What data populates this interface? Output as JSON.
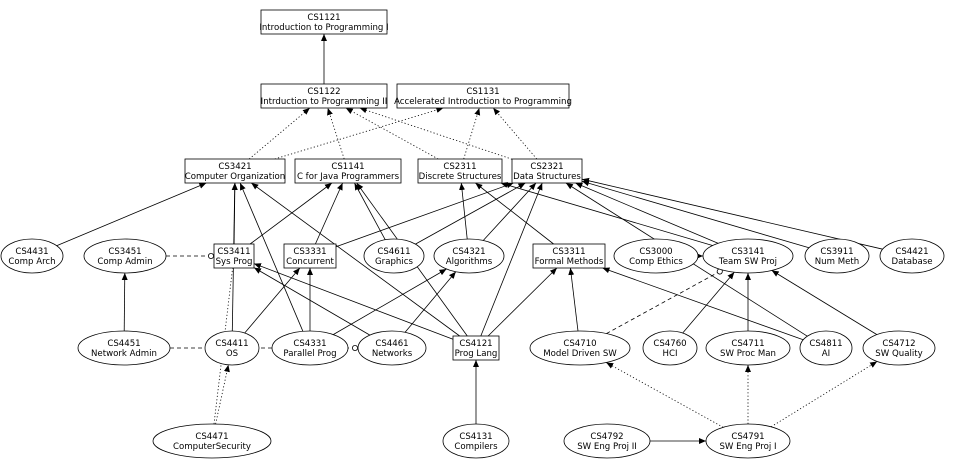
{
  "nodes": [
    {
      "id": "CS1121",
      "label": "Introduction to Programming I",
      "shape": "box"
    },
    {
      "id": "CS1122",
      "label": "Intrduction to Programming II",
      "shape": "box"
    },
    {
      "id": "CS1131",
      "label": "Accelerated Introduction to Programming",
      "shape": "box"
    },
    {
      "id": "CS3421",
      "label": "Computer Organization",
      "shape": "box"
    },
    {
      "id": "CS1141",
      "label": "C for Java Programmers",
      "shape": "box"
    },
    {
      "id": "CS2311",
      "label": "Discrete Structures",
      "shape": "box"
    },
    {
      "id": "CS2321",
      "label": "Data Structures",
      "shape": "box"
    },
    {
      "id": "CS4431",
      "label": "Comp Arch",
      "shape": "ellipse"
    },
    {
      "id": "CS3451",
      "label": "Comp Admin",
      "shape": "ellipse"
    },
    {
      "id": "CS3411",
      "label": "Sys Prog",
      "shape": "box"
    },
    {
      "id": "CS3331",
      "label": "Concurrent",
      "shape": "box"
    },
    {
      "id": "CS4611",
      "label": "Graphics",
      "shape": "ellipse"
    },
    {
      "id": "CS4321",
      "label": "Algorithms",
      "shape": "ellipse"
    },
    {
      "id": "CS3311",
      "label": "Formal Methods",
      "shape": "box"
    },
    {
      "id": "CS3000",
      "label": "Comp Ethics",
      "shape": "ellipse"
    },
    {
      "id": "CS3141",
      "label": "Team SW Proj",
      "shape": "ellipse"
    },
    {
      "id": "CS3911",
      "label": "Num Meth",
      "shape": "ellipse"
    },
    {
      "id": "CS4421",
      "label": "Database",
      "shape": "ellipse"
    },
    {
      "id": "CS4451",
      "label": "Network Admin",
      "shape": "ellipse"
    },
    {
      "id": "CS4411",
      "label": "OS",
      "shape": "ellipse"
    },
    {
      "id": "CS4331",
      "label": "Parallel Prog",
      "shape": "ellipse"
    },
    {
      "id": "CS4461",
      "label": "Networks",
      "shape": "ellipse"
    },
    {
      "id": "CS4121",
      "label": "Prog Lang",
      "shape": "box"
    },
    {
      "id": "CS4710",
      "label": "Model Driven SW",
      "shape": "ellipse"
    },
    {
      "id": "CS4760",
      "label": "HCI",
      "shape": "ellipse"
    },
    {
      "id": "CS4711",
      "label": "SW Proc Man",
      "shape": "ellipse"
    },
    {
      "id": "CS4811",
      "label": "AI",
      "shape": "ellipse"
    },
    {
      "id": "CS4712",
      "label": "SW Quality",
      "shape": "ellipse"
    },
    {
      "id": "CS4471",
      "label": "ComputerSecurity",
      "shape": "ellipse"
    },
    {
      "id": "CS4131",
      "label": "Compilers",
      "shape": "ellipse"
    },
    {
      "id": "CS4792",
      "label": "SW Eng Proj II",
      "shape": "ellipse"
    },
    {
      "id": "CS4791",
      "label": "SW Eng Proj I",
      "shape": "ellipse"
    }
  ],
  "edges": [
    {
      "from": "CS1122",
      "to": "CS1121",
      "style": "solid",
      "head": "arrow"
    },
    {
      "from": "CS3421",
      "to": "CS1122",
      "style": "dotted",
      "head": "arrow"
    },
    {
      "from": "CS3421",
      "to": "CS1131",
      "style": "dotted",
      "head": "arrow"
    },
    {
      "from": "CS1141",
      "to": "CS1122",
      "style": "dotted",
      "head": "arrow"
    },
    {
      "from": "CS2311",
      "to": "CS1122",
      "style": "dotted",
      "head": "arrow"
    },
    {
      "from": "CS2311",
      "to": "CS1131",
      "style": "dotted",
      "head": "arrow"
    },
    {
      "from": "CS2321",
      "to": "CS1122",
      "style": "dotted",
      "head": "arrow"
    },
    {
      "from": "CS2321",
      "to": "CS1131",
      "style": "dotted",
      "head": "arrow"
    },
    {
      "from": "CS4431",
      "to": "CS3421",
      "style": "solid",
      "head": "arrow"
    },
    {
      "from": "CS3411",
      "to": "CS3421",
      "style": "solid",
      "head": "arrow"
    },
    {
      "from": "CS3411",
      "to": "CS1141",
      "style": "solid",
      "head": "arrow"
    },
    {
      "from": "CS3331",
      "to": "CS1141",
      "style": "solid",
      "head": "arrow"
    },
    {
      "from": "CS3331",
      "to": "CS2321",
      "style": "solid",
      "head": "arrow"
    },
    {
      "from": "CS4611",
      "to": "CS1141",
      "style": "solid",
      "head": "arrow"
    },
    {
      "from": "CS4611",
      "to": "CS2321",
      "style": "solid",
      "head": "arrow"
    },
    {
      "from": "CS4321",
      "to": "CS2311",
      "style": "solid",
      "head": "arrow"
    },
    {
      "from": "CS4321",
      "to": "CS2321",
      "style": "solid",
      "head": "arrow"
    },
    {
      "from": "CS3311",
      "to": "CS2311",
      "style": "solid",
      "head": "arrow"
    },
    {
      "from": "CS3141",
      "to": "CS2311",
      "style": "solid",
      "head": "arrow"
    },
    {
      "from": "CS3141",
      "to": "CS2321",
      "style": "solid",
      "head": "arrow"
    },
    {
      "from": "CS3911",
      "to": "CS2321",
      "style": "solid",
      "head": "arrow"
    },
    {
      "from": "CS4421",
      "to": "CS2321",
      "style": "solid",
      "head": "arrow"
    },
    {
      "from": "CS4811",
      "to": "CS2321",
      "style": "solid",
      "head": "arrow"
    },
    {
      "from": "CS3000",
      "to": "CS3141",
      "style": "solid",
      "head": "arrow"
    },
    {
      "from": "CS4451",
      "to": "CS3451",
      "style": "solid",
      "head": "arrow"
    },
    {
      "from": "CS3451",
      "to": "CS3411",
      "style": "dashed",
      "head": "odot"
    },
    {
      "from": "CS4411",
      "to": "CS3421",
      "style": "solid",
      "head": "arrow"
    },
    {
      "from": "CS4411",
      "to": "CS3331",
      "style": "solid",
      "head": "arrow"
    },
    {
      "from": "CS4331",
      "to": "CS3421",
      "style": "solid",
      "head": "arrow"
    },
    {
      "from": "CS4331",
      "to": "CS3331",
      "style": "solid",
      "head": "arrow"
    },
    {
      "from": "CS4331",
      "to": "CS4321",
      "style": "solid",
      "head": "arrow"
    },
    {
      "from": "CS4461",
      "to": "CS3411",
      "style": "solid",
      "head": "arrow"
    },
    {
      "from": "CS4461",
      "to": "CS4321",
      "style": "solid",
      "head": "arrow"
    },
    {
      "from": "CS4121",
      "to": "CS3421",
      "style": "solid",
      "head": "arrow"
    },
    {
      "from": "CS4121",
      "to": "CS1141",
      "style": "solid",
      "head": "arrow"
    },
    {
      "from": "CS4121",
      "to": "CS2321",
      "style": "solid",
      "head": "arrow"
    },
    {
      "from": "CS4121",
      "to": "CS3311",
      "style": "solid",
      "head": "arrow"
    },
    {
      "from": "CS4121",
      "to": "CS3411",
      "style": "solid",
      "head": "arrow"
    },
    {
      "from": "CS4131",
      "to": "CS4121",
      "style": "solid",
      "head": "arrow"
    },
    {
      "from": "CS4710",
      "to": "CS3311",
      "style": "solid",
      "head": "arrow"
    },
    {
      "from": "CS4710",
      "to": "CS3141",
      "style": "dashed",
      "head": "odot"
    },
    {
      "from": "CS4760",
      "to": "CS3141",
      "style": "solid",
      "head": "arrow"
    },
    {
      "from": "CS4711",
      "to": "CS3141",
      "style": "solid",
      "head": "arrow"
    },
    {
      "from": "CS4712",
      "to": "CS3141",
      "style": "solid",
      "head": "arrow"
    },
    {
      "from": "CS4811",
      "to": "CS3311",
      "style": "solid",
      "head": "arrow"
    },
    {
      "from": "CS4451",
      "to": "CS4461",
      "style": "dashed",
      "head": "odot"
    },
    {
      "from": "CS4471",
      "to": "CS4411",
      "style": "dotted",
      "head": "arrow"
    },
    {
      "from": "CS4471",
      "to": "CS3411",
      "style": "dotted",
      "head": "none"
    },
    {
      "from": "CS4792",
      "to": "CS4791",
      "style": "solid",
      "head": "arrow"
    },
    {
      "from": "CS4791",
      "to": "CS4710",
      "style": "dotted",
      "head": "arrow"
    },
    {
      "from": "CS4791",
      "to": "CS4711",
      "style": "dotted",
      "head": "arrow"
    },
    {
      "from": "CS4791",
      "to": "CS4712",
      "style": "dotted",
      "head": "arrow"
    }
  ]
}
